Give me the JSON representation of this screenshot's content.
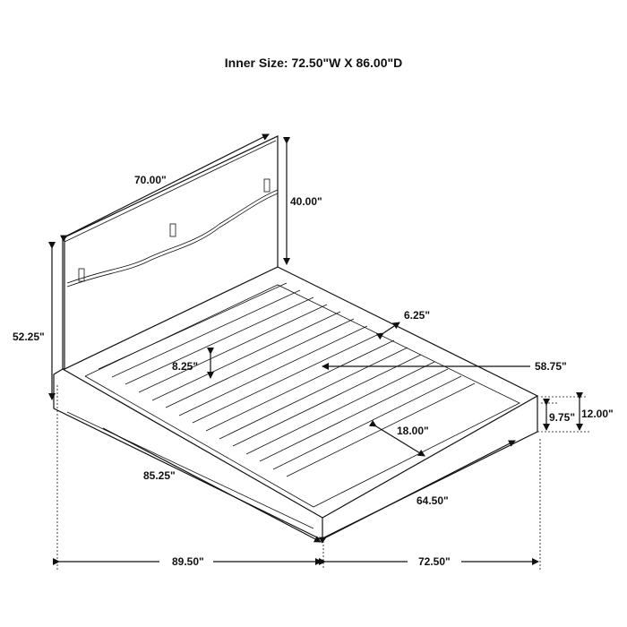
{
  "title": "Inner Size: 72.50\"W X 86.00\"D",
  "dimensions": {
    "headboard_width": "70.00\"",
    "headboard_height": "40.00\"",
    "overall_height": "52.25\"",
    "rail_width": "6.25\"",
    "slat_clearance": "8.25\"",
    "inner_width": "58.75\"",
    "rail_height_inner": "9.75\"",
    "rail_height_outer": "12.00\"",
    "footboard_inset": "18.00\"",
    "side_length": "85.25\"",
    "foot_length": "64.50\"",
    "overall_depth": "89.50\"",
    "overall_width": "72.50\""
  },
  "colors": {
    "line": "#111111",
    "background": "#ffffff"
  }
}
